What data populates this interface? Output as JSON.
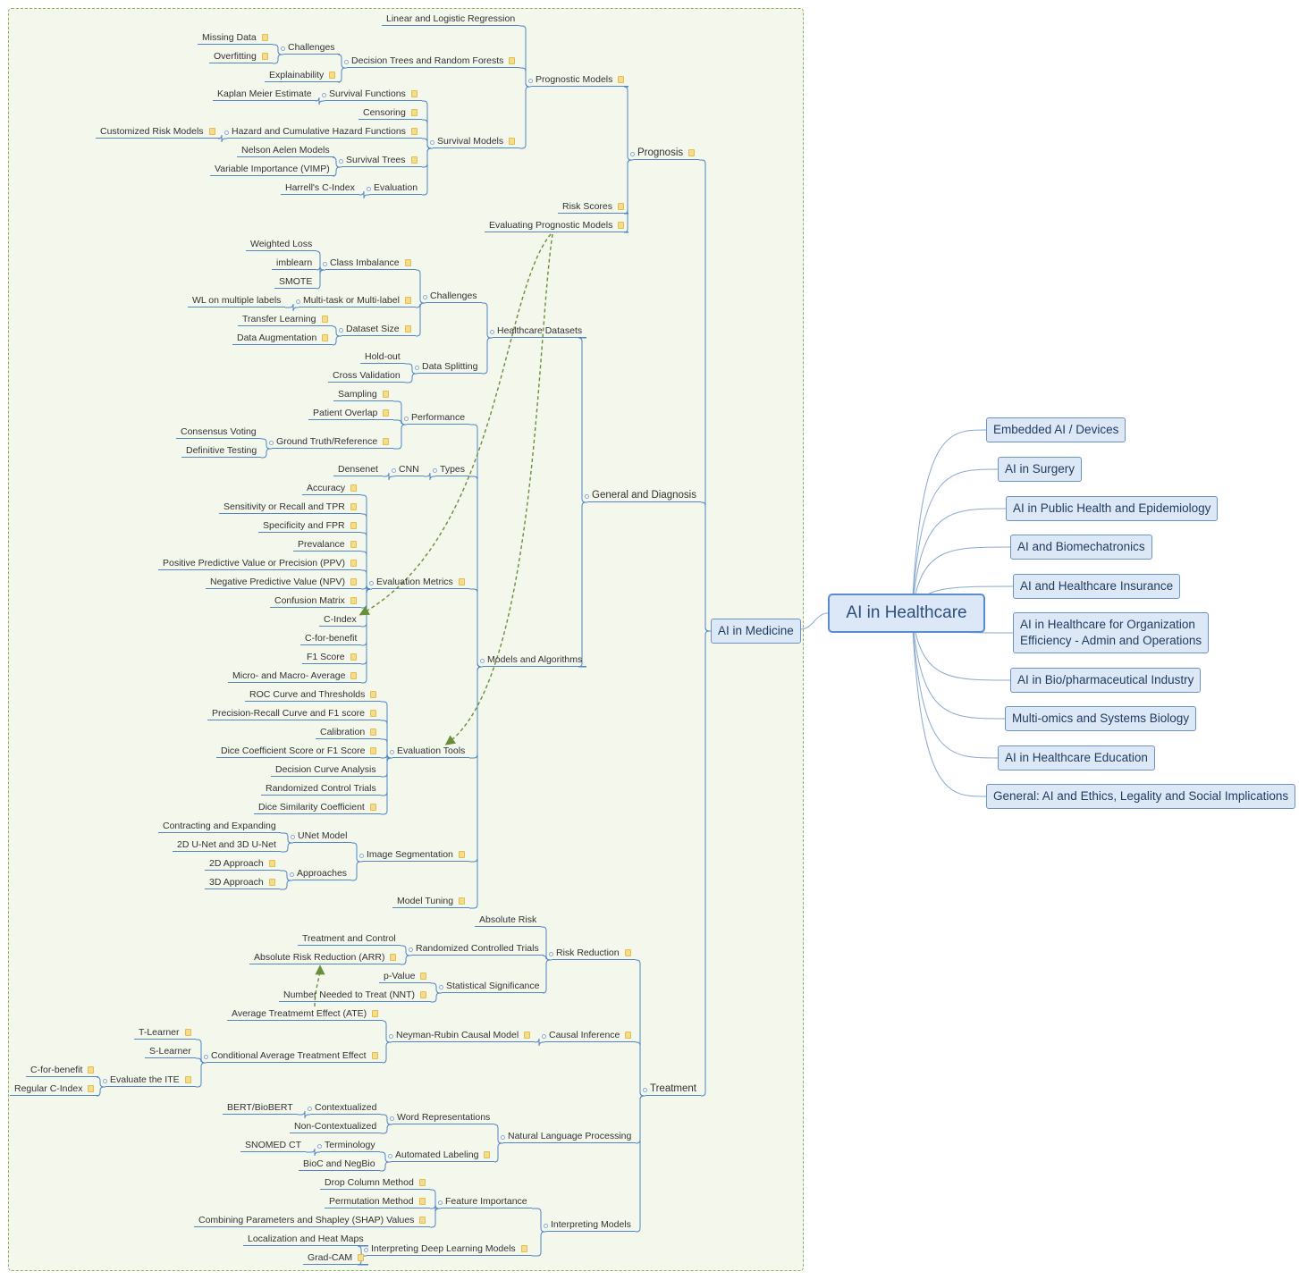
{
  "central_topic": "AI in Healthcare",
  "right_topics": [
    "Embedded AI / Devices",
    "AI in Surgery",
    "AI in Public Health and Epidemiology",
    "AI and Biomechatronics",
    "AI and Healthcare Insurance",
    "AI in Healthcare for Organization\nEfficiency - Admin and Operations",
    "AI in Bio/pharmaceutical Industry",
    "Multi-omics and Systems Biology",
    "AI in Healthcare Education",
    "General: AI and Ethics, Legality and Social Implications"
  ],
  "left_topic": "AI in Medicine",
  "tree": [
    {
      "id": "prognosis",
      "text": "Prognosis",
      "parent": "root",
      "note": true
    },
    {
      "id": "prog_models",
      "text": "Prognostic Models",
      "parent": "prognosis",
      "note": true
    },
    {
      "id": "linreg",
      "text": "Linear and Logistic Regression",
      "parent": "prog_models"
    },
    {
      "id": "dtrf",
      "text": "Decision Trees and Random Forests",
      "parent": "prog_models",
      "note": true
    },
    {
      "id": "dt_chal",
      "text": "Challenges",
      "parent": "dtrf"
    },
    {
      "id": "missing",
      "text": "Missing Data",
      "parent": "dt_chal",
      "note": true
    },
    {
      "id": "overfit",
      "text": "Overfitting",
      "parent": "dt_chal",
      "note": true
    },
    {
      "id": "explain",
      "text": "Explainability",
      "parent": "dtrf",
      "note": true
    },
    {
      "id": "surv_models",
      "text": "Survival Models",
      "parent": "prog_models",
      "note": true
    },
    {
      "id": "surv_fn",
      "text": "Survival Functions",
      "parent": "surv_models",
      "note": true
    },
    {
      "id": "kaplan",
      "text": "Kaplan Meier Estimate",
      "parent": "surv_fn"
    },
    {
      "id": "censor",
      "text": "Censoring",
      "parent": "surv_models",
      "note": true
    },
    {
      "id": "hazard",
      "text": "Hazard and Cumulative Hazard Functions",
      "parent": "surv_models",
      "note": true
    },
    {
      "id": "custrisk",
      "text": "Customized Risk Models",
      "parent": "hazard",
      "note": true
    },
    {
      "id": "survtrees",
      "text": "Survival Trees",
      "parent": "surv_models",
      "note": true
    },
    {
      "id": "nelson",
      "text": "Nelson Aelen Models",
      "parent": "survtrees"
    },
    {
      "id": "vimp",
      "text": "Variable Importance (VIMP)",
      "parent": "survtrees"
    },
    {
      "id": "surv_eval",
      "text": "Evaluation",
      "parent": "surv_models"
    },
    {
      "id": "harrell",
      "text": "Harrell's C-Index",
      "parent": "surv_eval"
    },
    {
      "id": "riskscores",
      "text": "Risk Scores",
      "parent": "prognosis",
      "note": true
    },
    {
      "id": "evalprog",
      "text": "Evaluating Prognostic Models",
      "parent": "prognosis",
      "note": true
    },
    {
      "id": "gendiag",
      "text": "General and Diagnosis",
      "parent": "root"
    },
    {
      "id": "hcdata",
      "text": "Healthcare Datasets",
      "parent": "gendiag"
    },
    {
      "id": "hc_chal",
      "text": "Challenges",
      "parent": "hcdata"
    },
    {
      "id": "classimb",
      "text": "Class Imbalance",
      "parent": "hc_chal",
      "note": true
    },
    {
      "id": "wloss",
      "text": "Weighted Loss",
      "parent": "classimb"
    },
    {
      "id": "imblearn",
      "text": "imblearn",
      "parent": "classimb"
    },
    {
      "id": "smote",
      "text": "SMOTE",
      "parent": "classimb"
    },
    {
      "id": "multitask",
      "text": "Multi-task or Multi-label",
      "parent": "hc_chal",
      "note": true
    },
    {
      "id": "wlmulti",
      "text": "WL on multiple labels",
      "parent": "multitask"
    },
    {
      "id": "dssize",
      "text": "Dataset Size",
      "parent": "hc_chal",
      "note": true
    },
    {
      "id": "transfer",
      "text": "Transfer Learning",
      "parent": "dssize",
      "note": true
    },
    {
      "id": "dataaug",
      "text": "Data Augmentation",
      "parent": "dssize",
      "note": true
    },
    {
      "id": "datasplit",
      "text": "Data Splitting",
      "parent": "hcdata"
    },
    {
      "id": "holdout",
      "text": "Hold-out",
      "parent": "datasplit"
    },
    {
      "id": "crossval",
      "text": "Cross Validation",
      "parent": "datasplit"
    },
    {
      "id": "modalg",
      "text": "Models and Algorithms",
      "parent": "gendiag"
    },
    {
      "id": "perf",
      "text": "Performance",
      "parent": "modalg"
    },
    {
      "id": "sampling",
      "text": "Sampling",
      "parent": "perf",
      "note": true
    },
    {
      "id": "patover",
      "text": "Patient Overlap",
      "parent": "perf",
      "note": true
    },
    {
      "id": "groundtruth",
      "text": "Ground Truth/Reference",
      "parent": "perf",
      "note": true
    },
    {
      "id": "consensus",
      "text": "Consensus Voting",
      "parent": "groundtruth"
    },
    {
      "id": "deftest",
      "text": "Definitive Testing",
      "parent": "groundtruth"
    },
    {
      "id": "types",
      "text": "Types",
      "parent": "modalg"
    },
    {
      "id": "cnn",
      "text": "CNN",
      "parent": "types"
    },
    {
      "id": "densenet",
      "text": "Densenet",
      "parent": "cnn"
    },
    {
      "id": "evalmet",
      "text": "Evaluation Metrics",
      "parent": "modalg",
      "note": true
    },
    {
      "id": "accuracy",
      "text": "Accuracy",
      "parent": "evalmet",
      "note": true
    },
    {
      "id": "sens",
      "text": "Sensitivity or Recall and TPR",
      "parent": "evalmet",
      "note": true
    },
    {
      "id": "spec",
      "text": "Specificity and FPR",
      "parent": "evalmet",
      "note": true
    },
    {
      "id": "prev",
      "text": "Prevalance",
      "parent": "evalmet",
      "note": true
    },
    {
      "id": "ppv",
      "text": "Positive Predictive Value or Precision (PPV)",
      "parent": "evalmet",
      "note": true
    },
    {
      "id": "npv",
      "text": "Negative Predictive Value (NPV)",
      "parent": "evalmet",
      "note": true
    },
    {
      "id": "confmat",
      "text": "Confusion Matrix",
      "parent": "evalmet",
      "note": true
    },
    {
      "id": "cindex",
      "text": "C-Index",
      "parent": "evalmet"
    },
    {
      "id": "cforb",
      "text": "C-for-benefit",
      "parent": "evalmet"
    },
    {
      "id": "f1",
      "text": "F1 Score",
      "parent": "evalmet",
      "note": true
    },
    {
      "id": "micromacro",
      "text": "Micro- and Macro- Average",
      "parent": "evalmet",
      "note": true
    },
    {
      "id": "evaltools",
      "text": "Evaluation Tools",
      "parent": "modalg"
    },
    {
      "id": "roc",
      "text": "ROC Curve and Thresholds",
      "parent": "evaltools",
      "note": true
    },
    {
      "id": "prcurve",
      "text": "Precision-Recall Curve and F1 score",
      "parent": "evaltools",
      "note": true
    },
    {
      "id": "calib",
      "text": "Calibration",
      "parent": "evaltools",
      "note": true
    },
    {
      "id": "dicef1",
      "text": "Dice Coefficient Score or F1 Score",
      "parent": "evaltools",
      "note": true
    },
    {
      "id": "dca",
      "text": "Decision Curve Analysis",
      "parent": "evaltools"
    },
    {
      "id": "rct",
      "text": "Randomized Control Trials",
      "parent": "evaltools"
    },
    {
      "id": "dicesim",
      "text": "Dice Similarity Coefficient",
      "parent": "evaltools",
      "note": true
    },
    {
      "id": "imgseg",
      "text": "Image Segmentation",
      "parent": "modalg",
      "note": true
    },
    {
      "id": "unet",
      "text": "UNet Model",
      "parent": "imgseg"
    },
    {
      "id": "contract",
      "text": "Contracting and Expanding",
      "parent": "unet"
    },
    {
      "id": "unet23",
      "text": "2D U-Net and 3D U-Net",
      "parent": "unet"
    },
    {
      "id": "approaches",
      "text": "Approaches",
      "parent": "imgseg"
    },
    {
      "id": "app2d",
      "text": "2D Approach",
      "parent": "approaches",
      "note": true
    },
    {
      "id": "app3d",
      "text": "3D Approach",
      "parent": "approaches",
      "note": true
    },
    {
      "id": "modtune",
      "text": "Model Tuning",
      "parent": "modalg",
      "note": true
    },
    {
      "id": "treatment",
      "text": "Treatment",
      "parent": "root"
    },
    {
      "id": "riskred",
      "text": "Risk Reduction",
      "parent": "treatment",
      "note": true
    },
    {
      "id": "absrisk",
      "text": "Absolute Risk",
      "parent": "riskred"
    },
    {
      "id": "randct",
      "text": "Randomized Controlled Trials",
      "parent": "riskred"
    },
    {
      "id": "treatctrl",
      "text": "Treatment and Control",
      "parent": "randct"
    },
    {
      "id": "arr",
      "text": "Absolute Risk Reduction (ARR)",
      "parent": "randct",
      "note": true
    },
    {
      "id": "statsig",
      "text": "Statistical Significance",
      "parent": "riskred"
    },
    {
      "id": "pvalue",
      "text": "p-Value",
      "parent": "statsig",
      "note": true
    },
    {
      "id": "nnt",
      "text": "Number Needed to Treat (NNT)",
      "parent": "statsig",
      "note": true
    },
    {
      "id": "causal",
      "text": "Causal Inference",
      "parent": "treatment",
      "note": true
    },
    {
      "id": "neyman",
      "text": "Neyman-Rubin Causal Model",
      "parent": "causal",
      "note": true
    },
    {
      "id": "ate",
      "text": "Average Treatmemt Effect (ATE)",
      "parent": "neyman",
      "note": true
    },
    {
      "id": "cate",
      "text": "Conditional Average Treatment Effect",
      "parent": "neyman",
      "note": true
    },
    {
      "id": "tlearner",
      "text": "T-Learner",
      "parent": "cate",
      "note": true
    },
    {
      "id": "slearner",
      "text": "S-Learner",
      "parent": "cate"
    },
    {
      "id": "evalite",
      "text": "Evaluate the ITE",
      "parent": "cate",
      "note": true
    },
    {
      "id": "cforb2",
      "text": "C-for-benefit",
      "parent": "evalite",
      "note": true
    },
    {
      "id": "regcindex",
      "text": "Regular C-Index",
      "parent": "evalite",
      "note": true
    },
    {
      "id": "nlp",
      "text": "Natural Language Processing",
      "parent": "treatment"
    },
    {
      "id": "wordrep",
      "text": "Word Representations",
      "parent": "nlp"
    },
    {
      "id": "context",
      "text": "Contextualized",
      "parent": "wordrep"
    },
    {
      "id": "bert",
      "text": "BERT/BioBERT",
      "parent": "context"
    },
    {
      "id": "noncontext",
      "text": "Non-Contextualized",
      "parent": "wordrep"
    },
    {
      "id": "autolabel",
      "text": "Automated Labeling",
      "parent": "nlp",
      "note": true
    },
    {
      "id": "terminology",
      "text": "Terminology",
      "parent": "autolabel"
    },
    {
      "id": "snomed",
      "text": "SNOMED CT",
      "parent": "terminology"
    },
    {
      "id": "bioc",
      "text": "BioC and NegBio",
      "parent": "autolabel"
    },
    {
      "id": "interp",
      "text": "Interpreting Models",
      "parent": "treatment"
    },
    {
      "id": "featimp",
      "text": "Feature Importance",
      "parent": "interp"
    },
    {
      "id": "dropcol",
      "text": "Drop Column Method",
      "parent": "featimp",
      "note": true
    },
    {
      "id": "permut",
      "text": "Permutation Method",
      "parent": "featimp",
      "note": true
    },
    {
      "id": "shap",
      "text": "Combining Parameters and Shapley (SHAP) Values",
      "parent": "featimp",
      "note": true
    },
    {
      "id": "interpdl",
      "text": "Interpreting Deep Learning Models",
      "parent": "interp",
      "note": true
    },
    {
      "id": "heatmaps",
      "text": "Localization and Heat Maps",
      "parent": "interpdl"
    },
    {
      "id": "gradcam",
      "text": "Grad-CAM",
      "parent": "interpdl",
      "note": true
    }
  ]
}
